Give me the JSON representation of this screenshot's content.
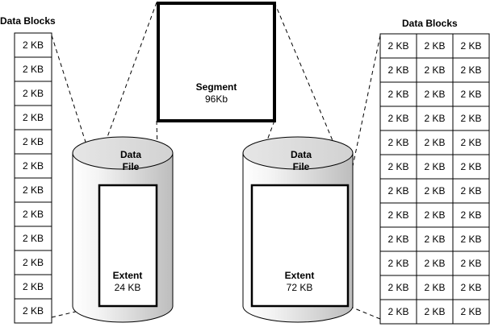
{
  "diagram": {
    "left_title": "Data Blocks",
    "right_title": "Data Blocks",
    "block_label": "2 KB",
    "segment": {
      "title": "Segment",
      "size": "96Kb"
    },
    "left_file": {
      "line1": "Data",
      "line2": "File"
    },
    "right_file": {
      "line1": "Data",
      "line2": "File"
    },
    "left_extent": {
      "title": "Extent",
      "size": "24 KB"
    },
    "right_extent": {
      "title": "Extent",
      "size": "72 KB"
    },
    "left_blocks": {
      "rows": 12,
      "cols": 1
    },
    "right_blocks": {
      "rows": 12,
      "cols": 3
    }
  }
}
